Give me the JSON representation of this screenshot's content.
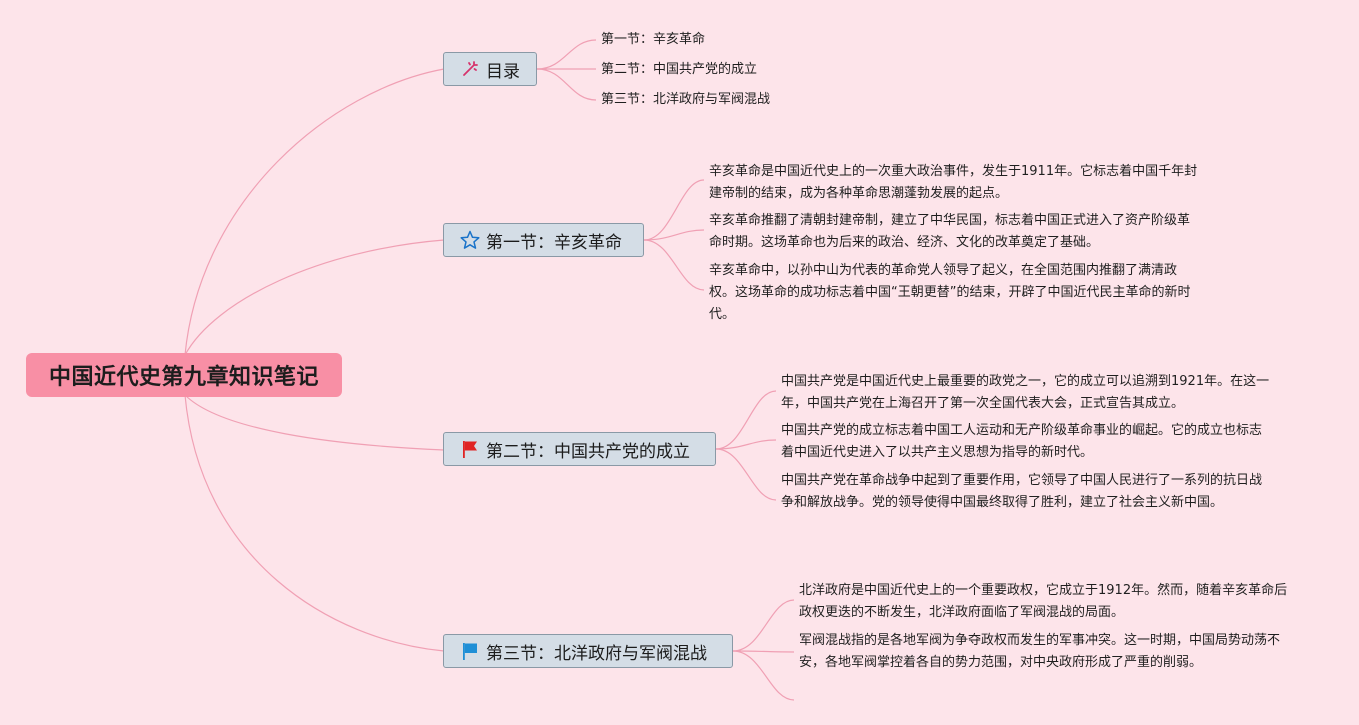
{
  "root": {
    "title": "中国近代史第九章知识笔记"
  },
  "toc": {
    "label": "目录",
    "icon": "wand-icon",
    "items": [
      "第一节：辛亥革命",
      "第二节：中国共产党的成立",
      "第三节：北洋政府与军阀混战"
    ]
  },
  "sections": [
    {
      "label": "第一节：辛亥革命",
      "icon": "star-icon",
      "paragraphs": [
        "辛亥革命是中国近代史上的一次重大政治事件，发生于1911年。它标志着中国千年封建帝制的结束，成为各种革命思潮蓬勃发展的起点。",
        "辛亥革命推翻了清朝封建帝制，建立了中华民国，标志着中国正式进入了资产阶级革命时期。这场革命也为后来的政治、经济、文化的改革奠定了基础。",
        "辛亥革命中，以孙中山为代表的革命党人领导了起义，在全国范围内推翻了满清政权。这场革命的成功标志着中国“王朝更替”的结束，开辟了中国近代民主革命的新时代。"
      ]
    },
    {
      "label": "第二节：中国共产党的成立",
      "icon": "red-flag-icon",
      "paragraphs": [
        "中国共产党是中国近代史上最重要的政党之一，它的成立可以追溯到1921年。在这一年，中国共产党在上海召开了第一次全国代表大会，正式宣告其成立。",
        "中国共产党的成立标志着中国工人运动和无产阶级革命事业的崛起。它的成立也标志着中国近代史进入了以共产主义思想为指导的新时代。",
        "中国共产党在革命战争中起到了重要作用，它领导了中国人民进行了一系列的抗日战争和解放战争。党的领导使得中国最终取得了胜利，建立了社会主义新中国。"
      ]
    },
    {
      "label": "第三节：北洋政府与军阀混战",
      "icon": "blue-flag-icon",
      "paragraphs": [
        "北洋政府是中国近代史上的一个重要政权，它成立于1912年。然而，随着辛亥革命后政权更迭的不断发生，北洋政府面临了军阀混战的局面。",
        "军阀混战指的是各地军阀为争夺政权而发生的军事冲突。这一时期，中国局势动荡不安，各地军阀掌控着各自的势力范围，对中央政府形成了严重的削弱。"
      ]
    }
  ],
  "colors": {
    "background": "#fde4ea",
    "root_fill": "#f88fa5",
    "branch_fill": "#d4dde6",
    "branch_border": "#8a99a6",
    "connector": "#f0a0b4",
    "wand": "#d6336c",
    "star": "#1a73c9",
    "red_flag": "#e02424",
    "blue_flag": "#1f8fd6"
  }
}
